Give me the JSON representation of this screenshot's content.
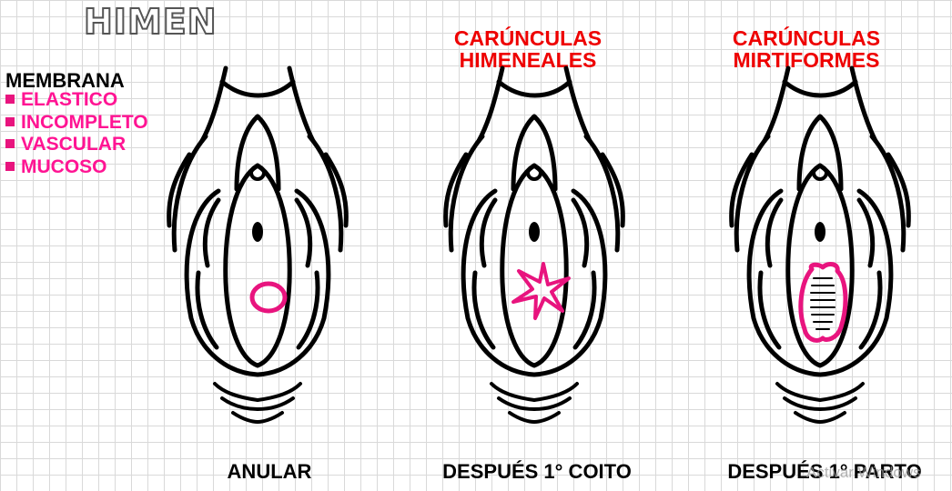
{
  "title": "HIMEN",
  "membrana": {
    "label": "MEMBRANA",
    "items": [
      "ELASTICO",
      "INCOMPLETO",
      "VASCULAR",
      "MUCOSO"
    ]
  },
  "figures": [
    {
      "heading_line1": "",
      "heading_line2": "",
      "caption": "ANULAR",
      "hymen_shape": "ring"
    },
    {
      "heading_line1": "CARÚNCULAS",
      "heading_line2": "HIMENEALES",
      "caption": "DESPUÉS 1° COITO",
      "hymen_shape": "star"
    },
    {
      "heading_line1": "CARÚNCULAS",
      "heading_line2": "MIRTIFORMES",
      "caption": "DESPUÉS 1° PARTO",
      "hymen_shape": "ridged-oval"
    }
  ],
  "watermark": "Activar Windows",
  "colors": {
    "accent_pink": "#e8147e",
    "heading_red": "#ee0000",
    "outline": "#000000",
    "grid": "#d9d9d9"
  }
}
